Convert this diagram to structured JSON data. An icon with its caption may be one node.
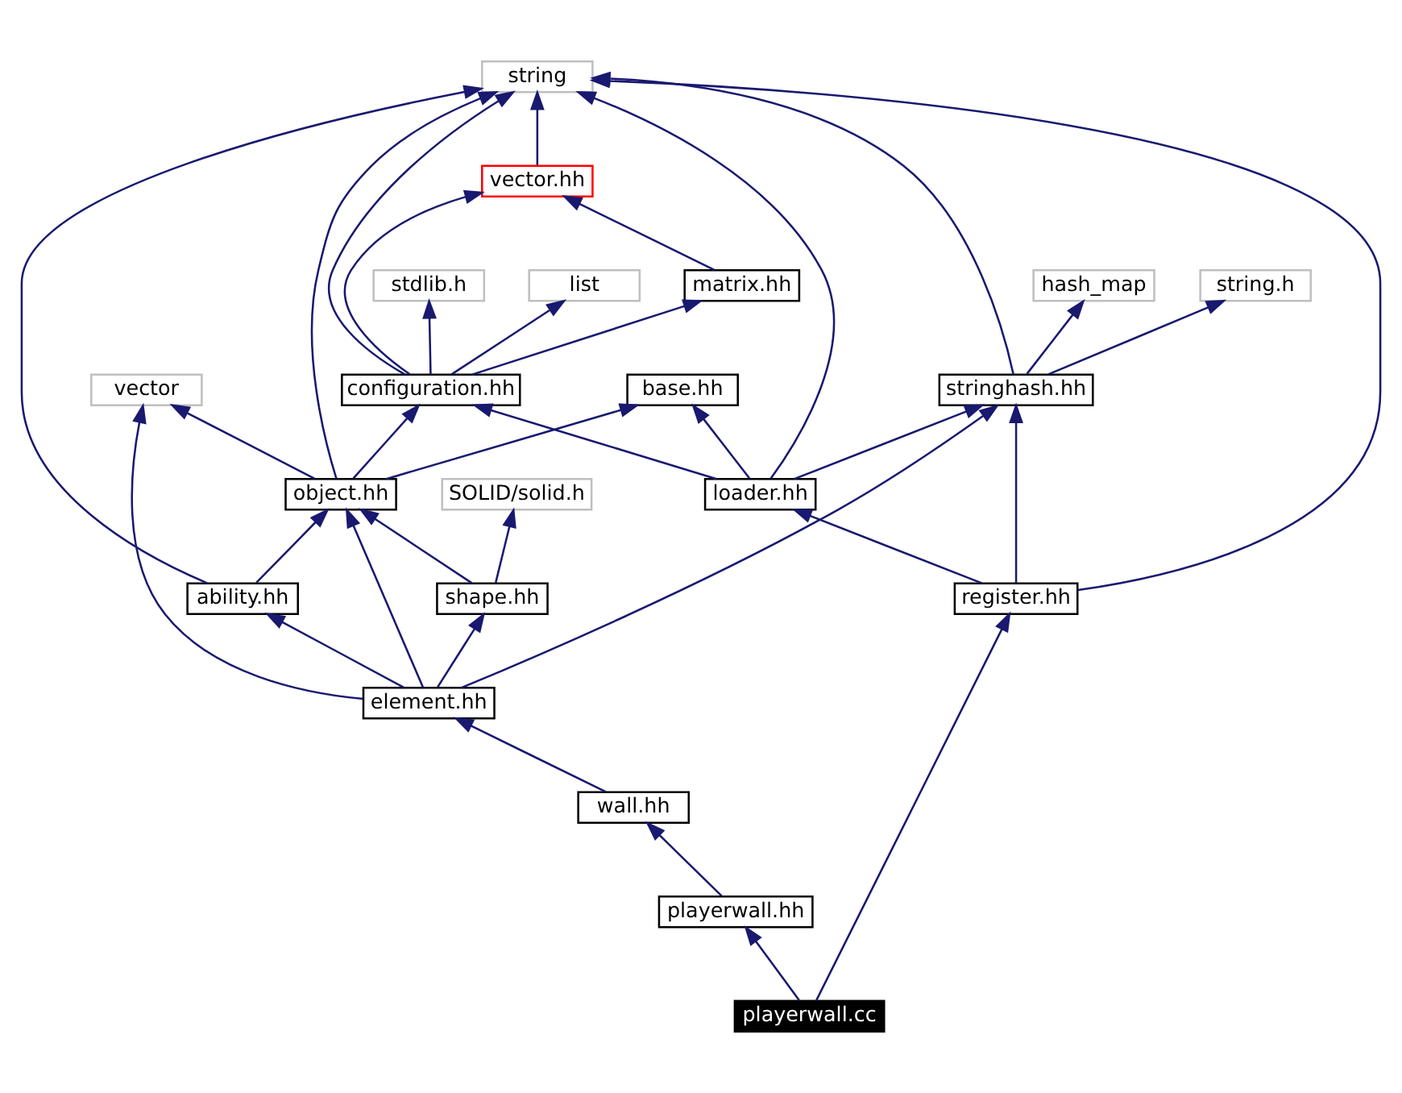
{
  "diagram": {
    "nodes": [
      {
        "text": [
          "string"
        ]
      },
      {
        "text": [
          "vector.hh"
        ]
      },
      {
        "text": [
          "matrix.hh"
        ]
      },
      {
        "text": [
          "stdlib.h"
        ]
      },
      {
        "text": [
          "list"
        ]
      },
      {
        "text": [
          "hash_map"
        ]
      },
      {
        "text": [
          "string.h"
        ]
      },
      {
        "text": [
          "vector"
        ]
      },
      {
        "text": [
          "base.hh"
        ]
      },
      {
        "text": [
          "configuration.hh"
        ]
      },
      {
        "text": [
          "stringhash.hh"
        ]
      },
      {
        "text": [
          "SOLID/solid.h"
        ]
      },
      {
        "text": [
          "object.hh"
        ]
      },
      {
        "text": [
          "loader.hh"
        ]
      },
      {
        "text": [
          "shape.hh"
        ]
      },
      {
        "text": [
          "ability.hh"
        ]
      },
      {
        "text": [
          "register.hh"
        ]
      },
      {
        "text": [
          "element.hh"
        ]
      },
      {
        "text": [
          "wall.hh"
        ]
      },
      {
        "text": [
          "playerwall.hh"
        ]
      },
      {
        "text": [
          "playerwall.cc"
        ]
      }
    ],
    "edges": [
      {
        "from": 1,
        "to": 0,
        "arrow": "to"
      },
      {
        "from": 2,
        "to": 1,
        "arrow": "to"
      },
      {
        "from": 9,
        "to": 1,
        "arrow": "to"
      },
      {
        "from": 9,
        "to": 2,
        "arrow": "to"
      },
      {
        "from": 9,
        "to": 3,
        "arrow": "to"
      },
      {
        "from": 9,
        "to": 4,
        "arrow": "to"
      },
      {
        "from": 9,
        "to": 0,
        "arrow": "to"
      },
      {
        "from": 10,
        "to": 5,
        "arrow": "to"
      },
      {
        "from": 10,
        "to": 6,
        "arrow": "to"
      },
      {
        "from": 10,
        "to": 0,
        "arrow": "to"
      },
      {
        "from": 12,
        "to": 0,
        "arrow": "to"
      },
      {
        "from": 12,
        "to": 7,
        "arrow": "to"
      },
      {
        "from": 12,
        "to": 8,
        "arrow": "to"
      },
      {
        "from": 12,
        "to": 9,
        "arrow": "to"
      },
      {
        "from": 13,
        "to": 8,
        "arrow": "to"
      },
      {
        "from": 13,
        "to": 9,
        "arrow": "to"
      },
      {
        "from": 13,
        "to": 10,
        "arrow": "to"
      },
      {
        "from": 13,
        "to": 0,
        "arrow": "to"
      },
      {
        "from": 14,
        "to": 11,
        "arrow": "to"
      },
      {
        "from": 14,
        "to": 12,
        "arrow": "to"
      },
      {
        "from": 15,
        "to": 12,
        "arrow": "to"
      },
      {
        "from": 15,
        "to": 0,
        "arrow": "to"
      },
      {
        "from": 16,
        "to": 13,
        "arrow": "to"
      },
      {
        "from": 16,
        "to": 10,
        "arrow": "to"
      },
      {
        "from": 16,
        "to": 0,
        "arrow": "to"
      },
      {
        "from": 17,
        "to": 7,
        "arrow": "to"
      },
      {
        "from": 17,
        "to": 14,
        "arrow": "to"
      },
      {
        "from": 17,
        "to": 12,
        "arrow": "to"
      },
      {
        "from": 17,
        "to": 15,
        "arrow": "to"
      },
      {
        "from": 17,
        "to": 10,
        "arrow": "to"
      },
      {
        "from": 18,
        "to": 17,
        "arrow": "to"
      },
      {
        "from": 19,
        "to": 18,
        "arrow": "to"
      },
      {
        "from": 20,
        "to": 19,
        "arrow": "to"
      },
      {
        "from": 20,
        "to": 16,
        "arrow": "to"
      }
    ]
  }
}
